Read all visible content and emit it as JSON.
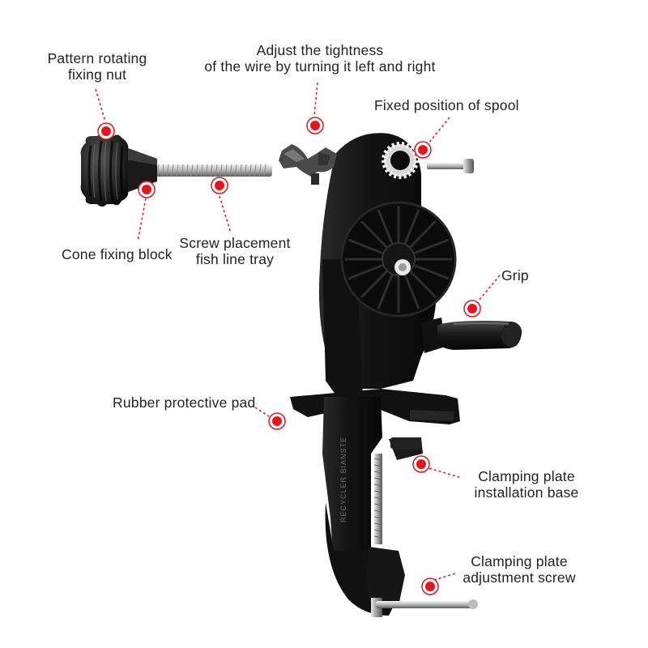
{
  "labels": {
    "pattern_nut": [
      "Pattern rotating",
      "fixing nut"
    ],
    "tightness": [
      "Adjust the tightness",
      "of the wire by turning it left and right"
    ],
    "spool_position": [
      "Fixed position of spool"
    ],
    "cone_block": [
      "Cone fixing block"
    ],
    "screw_tray": [
      "Screw placement",
      "fish line tray"
    ],
    "grip": [
      "Grip"
    ],
    "rubber_pad": [
      "Rubber protective pad"
    ],
    "clamp_base": [
      "Clamping plate",
      "installation base"
    ],
    "clamp_screw": [
      "Clamping plate",
      "adjustment screw"
    ]
  },
  "product_engraving": "RECYCLER BIANSTE",
  "colors": {
    "marker": "#e8141b",
    "leader": "#e8141b",
    "body": "#141414",
    "text": "#222222"
  },
  "icons": [
    "marker-dot",
    "knob-nut",
    "threaded-rod",
    "wing-nut",
    "gear-wheel",
    "spool-pin",
    "spoked-wheel",
    "crank-handle",
    "c-clamp",
    "t-screw"
  ]
}
